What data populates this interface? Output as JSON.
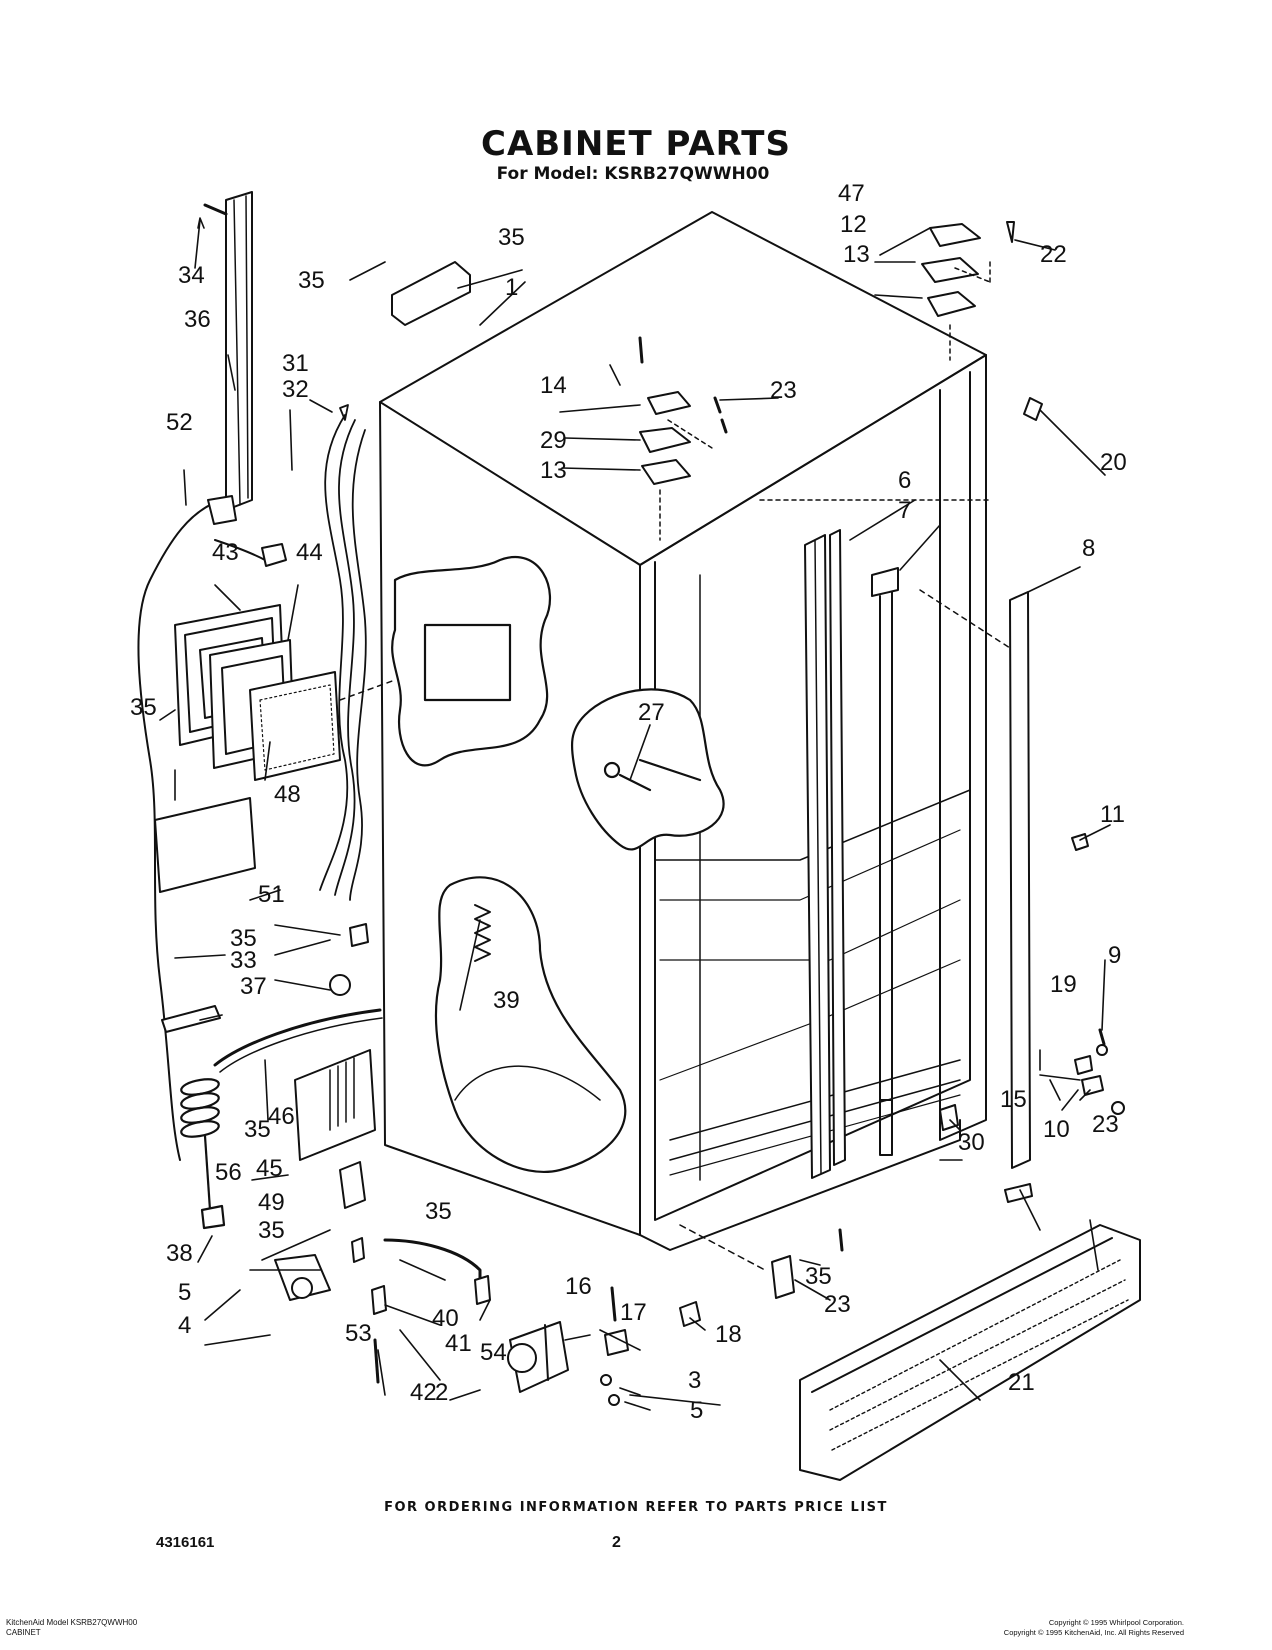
{
  "header": {
    "title": "CABINET PARTS",
    "model_label": "For Model:",
    "model_number": "KSRB27QWWH00"
  },
  "callouts": [
    "1",
    "2",
    "3",
    "4",
    "5",
    "5",
    "6",
    "7",
    "8",
    "9",
    "10",
    "11",
    "12",
    "13",
    "13",
    "14",
    "15",
    "16",
    "17",
    "18",
    "19",
    "20",
    "21",
    "22",
    "23",
    "23",
    "23",
    "27",
    "29",
    "30",
    "31",
    "32",
    "33",
    "34",
    "35",
    "35",
    "35",
    "35",
    "35",
    "35",
    "35",
    "35",
    "36",
    "37",
    "38",
    "39",
    "40",
    "41",
    "42",
    "43",
    "44",
    "45",
    "46",
    "47",
    "48",
    "49",
    "51",
    "52",
    "53",
    "54",
    "56"
  ],
  "footer": {
    "ordering_info": "FOR ORDERING INFORMATION REFER TO PARTS PRICE LIST",
    "doc_number": "4316161",
    "page_number": "2",
    "model_note_line1": "KitchenAid Model KSRB27QWWH00",
    "model_note_line2": "CABINET",
    "copyright_line1": "Copyright © 1995 Whirlpool Corporation.",
    "copyright_line2": "Copyright © 1995 KitchenAid, Inc. All Rights Reserved"
  },
  "colors": {
    "ink": "#111111",
    "paper": "#ffffff"
  }
}
